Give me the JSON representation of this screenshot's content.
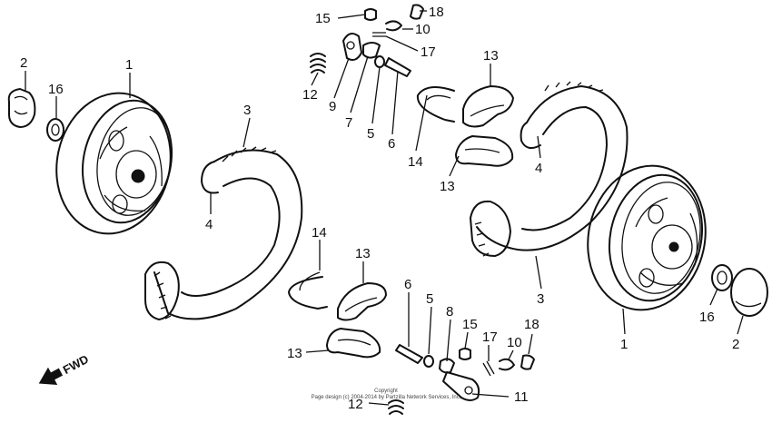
{
  "callouts": {
    "c1_left": "1",
    "c2_left": "2",
    "c16_left": "16",
    "c3_left": "3",
    "c4_left": "4",
    "c14_bottom": "14",
    "c13_bottom_a": "13",
    "c13_bottom_b": "13",
    "c15_top": "15",
    "c18_top": "18",
    "c10_top": "10",
    "c17_top": "17",
    "c12_top": "12",
    "c9_top": "9",
    "c7_top": "7",
    "c5_top": "5",
    "c6_top": "6",
    "c14_top": "14",
    "c13_top_a": "13",
    "c13_top_b": "13",
    "c4_right": "4",
    "c3_right": "3",
    "c1_right": "1",
    "c16_right": "16",
    "c2_right": "2",
    "c6_bottom": "6",
    "c5_bottom": "5",
    "c8_bottom": "8",
    "c15_bottom": "15",
    "c17_bottom": "17",
    "c10_bottom": "10",
    "c18_bottom": "18",
    "c11_bottom": "11",
    "c12_bottom": "12"
  },
  "direction_label": "FWD",
  "copyright": {
    "line1": "Copyright",
    "line2": "Page design (c) 2004-2014 by Partzilla Network Services, Inc."
  }
}
